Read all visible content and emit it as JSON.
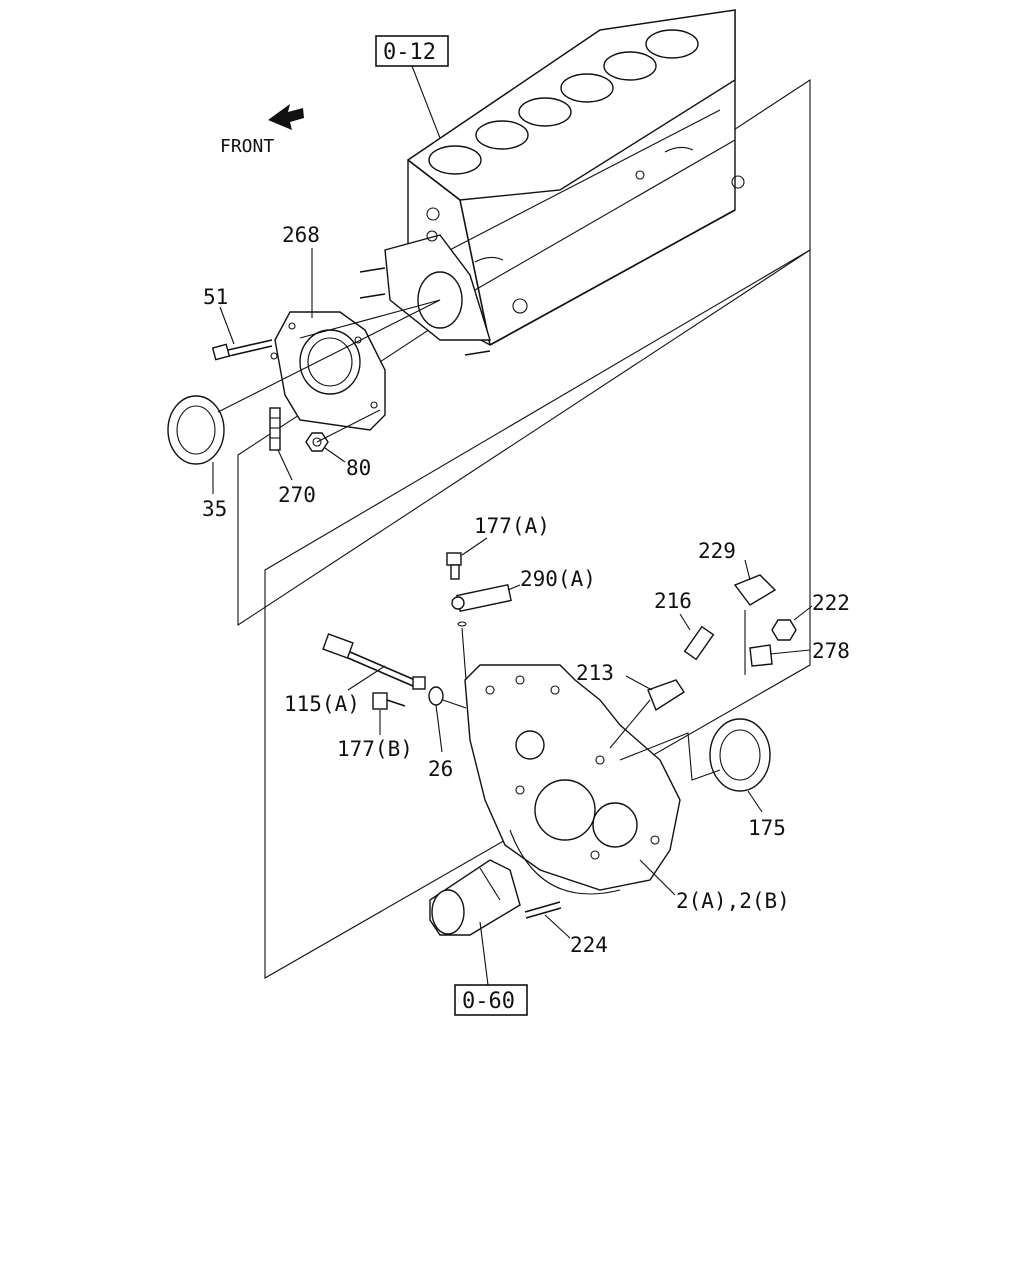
{
  "diagram": {
    "front_label": "FRONT",
    "ref_boxes": {
      "top": "0-12",
      "bottom": "0-60"
    },
    "callouts": {
      "c268": "268",
      "c51": "51",
      "c35": "35",
      "c270": "270",
      "c80": "80",
      "c177a": "177(A)",
      "c290a": "290(A)",
      "c229": "229",
      "c216": "216",
      "c222": "222",
      "c278": "278",
      "c213": "213",
      "c115a": "115(A)",
      "c177b": "177(B)",
      "c26": "26",
      "c175": "175",
      "c2ab": "2(A),2(B)",
      "c224": "224"
    }
  }
}
